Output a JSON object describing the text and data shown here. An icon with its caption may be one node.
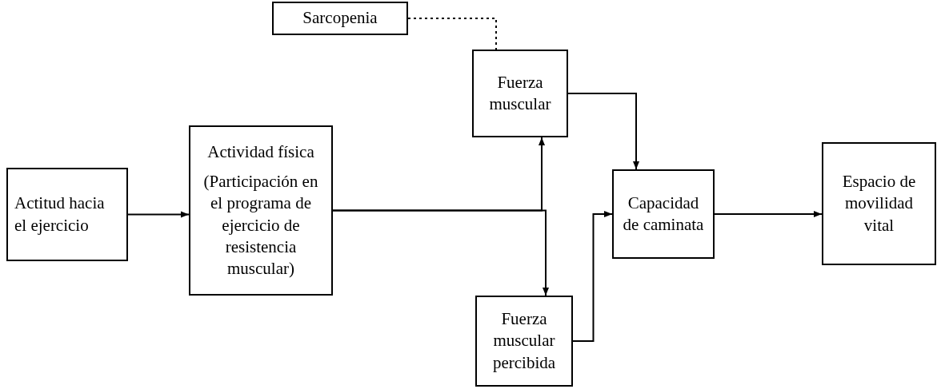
{
  "diagram": {
    "nodes": [
      {
        "text": [
          "Sarcopenia"
        ]
      },
      {
        "text": [
          "Fuerza muscular"
        ]
      },
      {
        "text": [
          "Actitud hacia el ejercicio"
        ]
      },
      {
        "text": [
          "Actividad física",
          "(Participación en el programa de ejercicio de resistencia muscular)"
        ]
      },
      {
        "text": [
          "Fuerza muscular percibida"
        ]
      },
      {
        "text": [
          "Capacidad de caminata"
        ]
      },
      {
        "text": [
          "Espacio de movilidad vital"
        ]
      }
    ],
    "edges": [
      {
        "from": 0,
        "to": 1,
        "arrow": "none",
        "style": "dashed"
      },
      {
        "from": 2,
        "to": 3,
        "arrow": "to"
      },
      {
        "from": 3,
        "to": 1,
        "arrow": "to"
      },
      {
        "from": 3,
        "to": 4,
        "arrow": "to"
      },
      {
        "from": 1,
        "to": 5,
        "arrow": "to"
      },
      {
        "from": 4,
        "to": 5,
        "arrow": "to"
      },
      {
        "from": 5,
        "to": 6,
        "arrow": "to"
      }
    ]
  }
}
